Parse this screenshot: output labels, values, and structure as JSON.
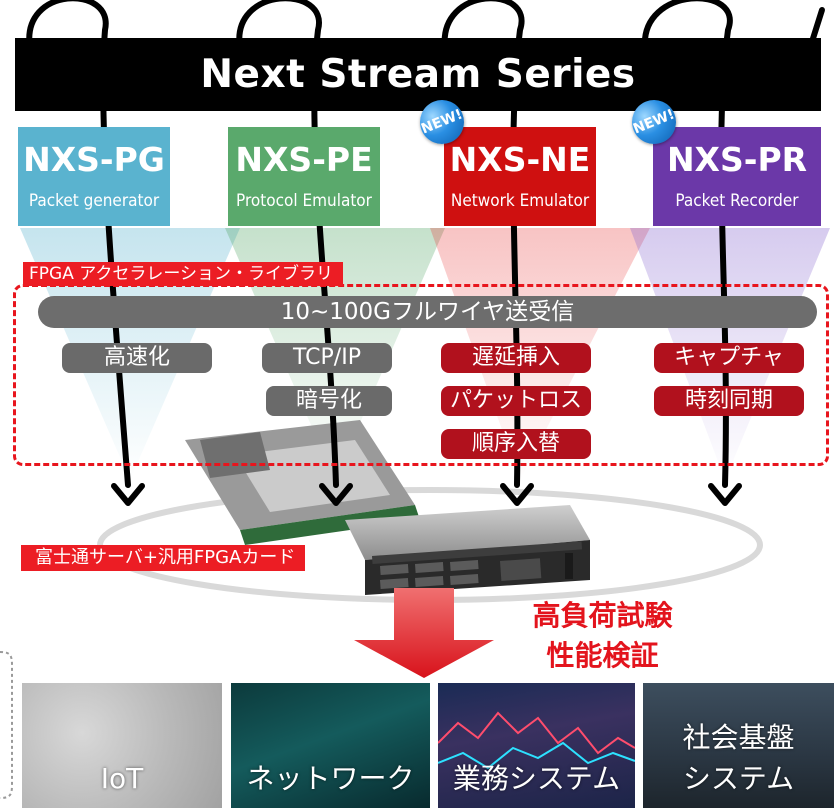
{
  "banner": {
    "title": "Next Stream Series"
  },
  "products": [
    {
      "code": "NXS-PG",
      "subtitle": "Packet generator",
      "color": "#5ab3cf",
      "new": false
    },
    {
      "code": "NXS-PE",
      "subtitle": "Protocol Emulator",
      "color": "#5aa96c",
      "new": false
    },
    {
      "code": "NXS-NE",
      "subtitle": "Network Emulator",
      "color": "#cf1010",
      "new": true
    },
    {
      "code": "NXS-PR",
      "subtitle": "Packet Recorder",
      "color": "#6b38a8",
      "new": true
    }
  ],
  "new_badge": "NEW!",
  "fpga": {
    "title": "FPGA アクセラレーション・ライブラリ",
    "bar": "10~100Gフルワイヤ送受信",
    "features": {
      "pg": [
        "高速化"
      ],
      "pe": [
        "TCP/IP",
        "暗号化"
      ],
      "ne": [
        "遅延挿入",
        "パケットロス",
        "順序入替"
      ],
      "pr": [
        "キャプチャ",
        "時刻同期"
      ]
    }
  },
  "server": {
    "label": "富士通サーバ+汎用FPGAカード"
  },
  "result": {
    "line1": "高負荷試験",
    "line2": "性能検証"
  },
  "use_cases": [
    "IoT",
    "ネットワーク",
    "業務システム",
    "社会基盤",
    "システム"
  ],
  "colors": {
    "accent_red": "#e3141d",
    "banner": "#000000",
    "pill_gray": "#6a6a6a",
    "pill_red": "#b1111d"
  }
}
